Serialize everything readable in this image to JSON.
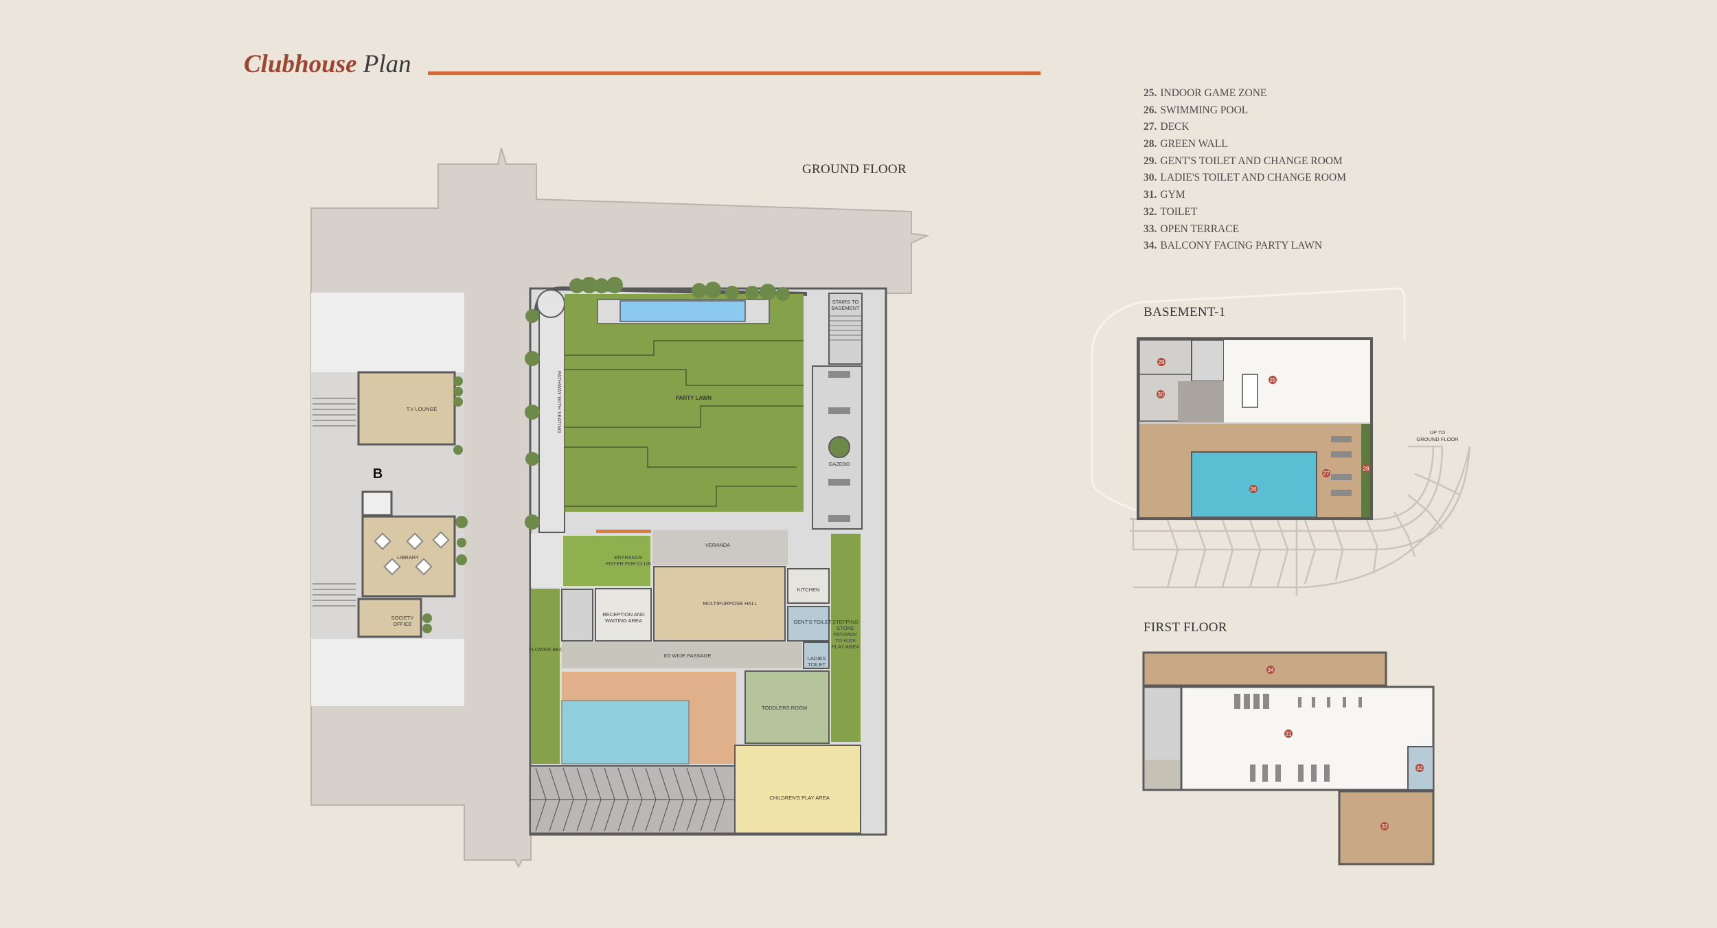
{
  "title": {
    "emphasis": "Clubhouse",
    "rest": "Plan"
  },
  "colors": {
    "accent_rule": "#d0683a",
    "title_emphasis": "#9a4630",
    "lawn": "#85a24a",
    "pool": "#8fd0dc",
    "deck": "#c9a886",
    "marker": "#b44a3a"
  },
  "ground_floor": {
    "label": "GROUND FLOOR",
    "block_marker": "B",
    "rooms": {
      "tv_lounge": "T.V LOUNGE",
      "library": "LIBRARY",
      "society_office": [
        "SOCIETY",
        "OFFICE"
      ],
      "pathway": "PATHWAY WITH SEATING",
      "party_lawn": "PARTY LAWN",
      "stairs": [
        "STAIRS TO",
        "BASEMENT"
      ],
      "gazebo": "GAZEBO",
      "veranda": "VERANDA",
      "entrance": [
        "ENTRANCE",
        "FOYER FOR CLUB"
      ],
      "reception": [
        "RECEPTION AND",
        "WAITING AREA"
      ],
      "multipurpose": "MULTIPURPOSE HALL",
      "kitchen": "KITCHEN",
      "gents_toilet": "GENT'S TOILET",
      "ladies_toilet": [
        "LADIES",
        "TOILET"
      ],
      "stepping": [
        "STEPPING",
        "STONE",
        "PATHWAY",
        "TO KIDS",
        "PLAY AREA"
      ],
      "flower_bed": "FLOWER BED",
      "passage": "8'0 WIDE PASSAGE",
      "toddlers": "TODDLERS ROOM",
      "play_area": "CHILDREN'S PLAY AREA"
    }
  },
  "legend": [
    {
      "num": "25.",
      "text": "INDOOR GAME ZONE"
    },
    {
      "num": "26.",
      "text": "SWIMMING POOL"
    },
    {
      "num": "27.",
      "text": "DECK"
    },
    {
      "num": "28.",
      "text": "GREEN WALL"
    },
    {
      "num": "29.",
      "text": "GENT'S TOILET AND CHANGE ROOM"
    },
    {
      "num": "30.",
      "text": "LADIE'S TOILET AND CHANGE ROOM"
    },
    {
      "num": "31.",
      "text": "GYM"
    },
    {
      "num": "32.",
      "text": "TOILET"
    },
    {
      "num": "33.",
      "text": "OPEN TERRACE"
    },
    {
      "num": "34.",
      "text": "BALCONY FACING PARTY LAWN"
    }
  ],
  "basement": {
    "label": "BASEMENT-1",
    "ramp_note": [
      "UP TO",
      "GROUND FLOOR"
    ],
    "markers": [
      "25",
      "26",
      "27",
      "28",
      "29",
      "30"
    ]
  },
  "first_floor": {
    "label": "FIRST FLOOR",
    "markers": [
      "31",
      "32",
      "33",
      "34"
    ]
  }
}
